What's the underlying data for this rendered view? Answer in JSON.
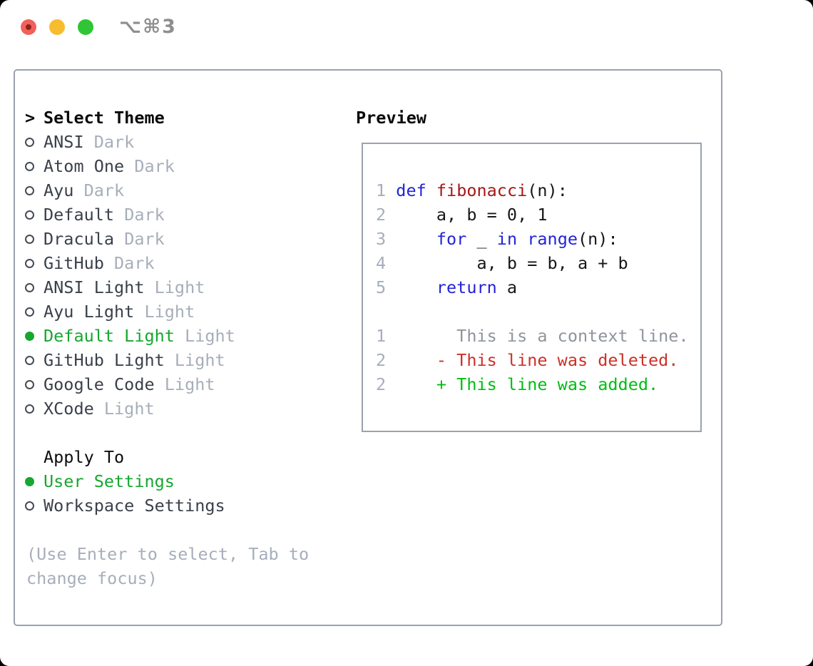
{
  "window": {
    "title": "⌥⌘3"
  },
  "theme_selector": {
    "header_prefix": ">",
    "header": "Select Theme",
    "items": [
      {
        "name": "ANSI",
        "variant": "Dark",
        "selected": false
      },
      {
        "name": "Atom One",
        "variant": "Dark",
        "selected": false
      },
      {
        "name": "Ayu",
        "variant": "Dark",
        "selected": false
      },
      {
        "name": "Default",
        "variant": "Dark",
        "selected": false
      },
      {
        "name": "Dracula",
        "variant": "Dark",
        "selected": false
      },
      {
        "name": "GitHub",
        "variant": "Dark",
        "selected": false
      },
      {
        "name": "ANSI Light",
        "variant": "Light",
        "selected": false
      },
      {
        "name": "Ayu Light",
        "variant": "Light",
        "selected": false
      },
      {
        "name": "Default Light",
        "variant": "Light",
        "selected": true
      },
      {
        "name": "GitHub Light",
        "variant": "Light",
        "selected": false
      },
      {
        "name": "Google Code",
        "variant": "Light",
        "selected": false
      },
      {
        "name": "XCode",
        "variant": "Light",
        "selected": false
      }
    ]
  },
  "apply_to": {
    "header": "Apply To",
    "items": [
      {
        "label": "User Settings",
        "selected": true
      },
      {
        "label": "Workspace Settings",
        "selected": false
      }
    ]
  },
  "hint": "(Use Enter to select, Tab to change focus)",
  "preview": {
    "title": "Preview",
    "code_lines": [
      {
        "num": "1",
        "segments": [
          {
            "t": "def",
            "c": "kw"
          },
          {
            "t": " "
          },
          {
            "t": "fibonacci",
            "c": "fn"
          },
          {
            "t": "(n):"
          }
        ]
      },
      {
        "num": "2",
        "segments": [
          {
            "t": "    a, b = 0, 1"
          }
        ]
      },
      {
        "num": "3",
        "segments": [
          {
            "t": "    "
          },
          {
            "t": "for",
            "c": "kw"
          },
          {
            "t": " _ "
          },
          {
            "t": "in",
            "c": "kw"
          },
          {
            "t": " "
          },
          {
            "t": "range",
            "c": "kw"
          },
          {
            "t": "(n):"
          }
        ]
      },
      {
        "num": "4",
        "segments": [
          {
            "t": "        a, b = b, a + b"
          }
        ]
      },
      {
        "num": "5",
        "segments": [
          {
            "t": "    "
          },
          {
            "t": "return",
            "c": "kw"
          },
          {
            "t": " a"
          }
        ]
      },
      {
        "num": "",
        "segments": []
      },
      {
        "num": "1",
        "segments": [
          {
            "t": "      This is a context line.",
            "c": "ctx"
          }
        ]
      },
      {
        "num": "2",
        "segments": [
          {
            "t": "    - This line was deleted.",
            "c": "del"
          }
        ]
      },
      {
        "num": "2",
        "segments": [
          {
            "t": "    + This line was added.",
            "c": "add"
          }
        ]
      }
    ]
  },
  "colors": {
    "border": "#9aa2ae",
    "text": "#3a404a",
    "muted": "#a7aeba",
    "accent_green": "#16a72f",
    "keyword_blue": "#2323d7",
    "function_red": "#a61717",
    "context_gray": "#8f949c",
    "diff_red": "#cb3126",
    "diff_green": "#00bd13",
    "traffic_red": "#f2605a",
    "traffic_yellow": "#f7bd2e",
    "traffic_green": "#2fc534"
  }
}
